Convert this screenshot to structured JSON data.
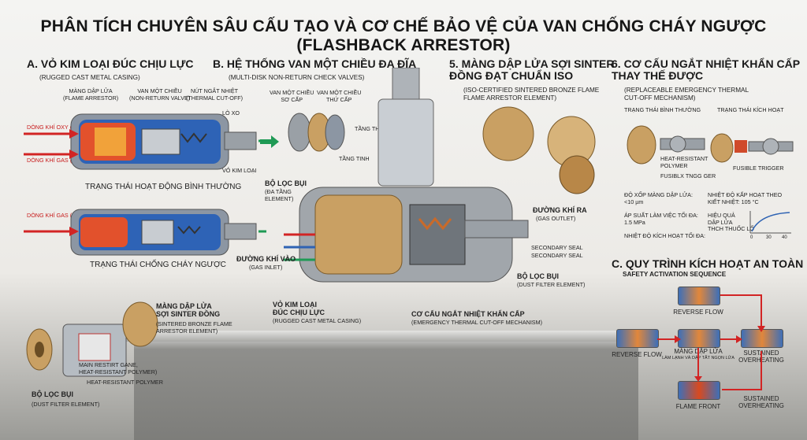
{
  "title": "PHÂN TÍCH CHUYÊN SÂU CẤU TẠO VÀ CƠ CHẾ BẢO VỆ CỦA VAN CHỐNG CHÁY NGƯỢC (FLASHBACK ARRESTOR)",
  "section_a": {
    "title": "A. VỎ KIM LOẠI ĐÚC CHỊU LỰC",
    "subtitle": "(RUGGED CAST METAL CASING)",
    "label_flame": "MÀNG DẬP LỬA\n(FLAME ARRESTOR)",
    "label_nonreturn": "VAN MỘT CHIỀU\n(NON-RETURN VALVE)",
    "label_cutoff": "NÚT NGẮT NHIỆT\n(THERMAL CUT-OFF)",
    "label_spring": "LÒ XO",
    "label_casing": "VỎ KIM LOẠI",
    "gas_oxy": "DÒNG KHÍ OXY (O₂)",
    "gas_fuel": "DÒNG KHÍ GAS (C₂H₂)",
    "state_normal": "TRẠNG THÁI HOẠT ĐỘNG BÌNH THƯỜNG",
    "gas_fuel_2": "DÒNG KHÍ GAS (C₂H₂)",
    "state_flashback": "TRẠNG THÁI CHỐNG CHÁY NGƯỢC"
  },
  "section_b": {
    "title": "B. HỆ THỐNG VAN MỘT CHIỀU ĐA ĐĨA",
    "subtitle": "(MULTI-DISK NON-RETURN CHECK VALVES)",
    "primary": "VAN MỘT CHIỀU\nSƠ CẤP",
    "secondary": "VAN MỘT CHIỀU\nTHỨ CẤP",
    "coarse": "TẦNG THÔ",
    "fine": "TẦNG TINH"
  },
  "center": {
    "dust_filter": "BỘ LỌC BỤI",
    "dust_filter_sub": "(ĐA TẦNG\nELEMENT)",
    "gas_in": "ĐƯỜNG KHÍ VÀO",
    "gas_in_sub": "(GAS INLET)",
    "gas_out": "ĐƯỜNG KHÍ RA",
    "gas_out_sub": "(GAS OUTLET)",
    "seal1": "SECONDARY SEAL",
    "seal2": "SECONDARY SEAL",
    "dust_filter_2": "BỘ LỌC BỤI",
    "dust_filter_2_sub": "(DUST FILTER ELEMENT)",
    "casing": "VỎ KIM LOẠI\nĐÚC CHỊU LỰC",
    "casing_sub": "(RUGGED CAST METAL CASING)",
    "cutoff": "CƠ CẤU NGẮT NHIỆT KHẨN CẤP",
    "cutoff_sub": "(EMERGENCY THERMAL CUT-OFF MECHANISM)"
  },
  "section_5": {
    "title": "5. MÀNG DẬP LỬA SỢI SINTER\nĐỒNG ĐẠT CHUẨN ISO",
    "subtitle": "(ISO-CERTIFIED SINTERED BRONZE FLAME\nFLAME ARRESTOR ELEMENT)"
  },
  "section_6": {
    "title": "6. CƠ CẤU NGẮT NHIỆT KHẨN CẤP\nTHAY THẾ ĐƯỢC",
    "subtitle": "(REPLACEABLE EMERGENCY THERMAL\nCUT-OFF MECHANISM)",
    "normal": "TRẠNG THÁI BÌNH THƯỜNG",
    "active": "TRẠNG THÁI KÍCH HOẠT",
    "polymer": "HEAT-RESISTANT\nPOLYMER",
    "fusible": "FUSIBLX TNGG GER",
    "trigger": "FUSIBLE TRIGGER",
    "porosity": "ĐỘ XỐP MÀNG DẬP LỬA:\n<10 µm",
    "pressure": "ÁP SUẤT LÀM VIỆC TỐI ĐA:\n1.5 MPa",
    "max_temp": "NHIỆT ĐỘ KÍCH HOẠT TỐI ĐA:",
    "trigger_temp": "NHIỆT ĐỘ KẤP HOẠT THEO\nKIẾT NHIỆT: 105 °C",
    "efficiency": "HIỆU QUẢ\nDẬP LỬA\nTHCH THUỐC LỐ",
    "curve_ticks": [
      "0",
      "30",
      "40"
    ]
  },
  "section_c": {
    "title": "C. QUY TRÌNH KÍCH HOẠT AN TOÀN",
    "subtitle": "SAFETY ACTIVATION SEQUENCE",
    "step_reverse_top": "REVERSE FLOW",
    "step_reverse_left": "REVERSE FLOW",
    "step_center": "MÀNG DẬP LỬA",
    "step_center_sub": "LÀM LẠNH VÀ DẬP TẮT NGỌN LỬA",
    "step_sustained": "SUSTAINED\nOVERHEATING",
    "step_flame": "FLAME FRONT",
    "step_sustained_2": "SUSTAINED\nOVERHEATING"
  },
  "bottom_left": {
    "membrane": "MÀNG DẬP LỬA\nSỢI SINTER ĐỒNG",
    "membrane_sub": "(SINTERED BRONZE FLAME\nARRESTOR ELEMENT)",
    "label_main": "MAIN RESTIRT GANE,\nHEAT-RESISTANT POLYMER)",
    "label_polymer": "HEAT-RESISTANT POLYMER",
    "dust": "BỘ LỌC BỤI",
    "dust_sub": "(DUST FILTER ELEMENT)"
  },
  "colors": {
    "arrow_red": "#d22424",
    "arrow_green": "#1f9a55",
    "arrow_blue": "#2f63b3",
    "bronze": "#c9a063",
    "steel": "#9aa0a6"
  }
}
